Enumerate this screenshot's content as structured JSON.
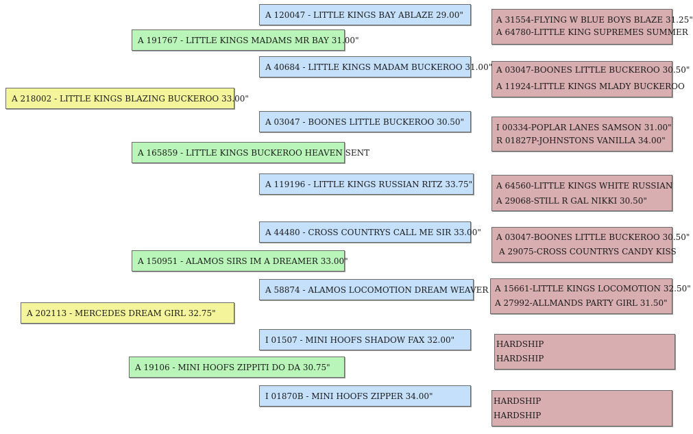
{
  "gen1": [
    {
      "text": "A 218002 - LITTLE KINGS BLAZING BUCKEROO 33.00\""
    },
    {
      "text": "A 202113 - MERCEDES DREAM GIRL 32.75\""
    }
  ],
  "gen2": [
    {
      "text": "A 191767 - LITTLE KINGS MADAMS MR BAY 31.00\""
    },
    {
      "text": "A 165859 - LITTLE KINGS BUCKEROO HEAVEN SENT"
    },
    {
      "text": "A 150951 - ALAMOS SIRS IM A DREAMER 33.00\""
    },
    {
      "text": "A 19106 - MINI HOOFS ZIPPITI DO DA 30.75\""
    }
  ],
  "gen3": [
    {
      "text": "A 120047 - LITTLE KINGS BAY ABLAZE 29.00\""
    },
    {
      "text": "A 40684 - LITTLE KINGS MADAM BUCKEROO 31.00\""
    },
    {
      "text": "A 03047 - BOONES LITTLE BUCKEROO 30.50\""
    },
    {
      "text": "A 119196 - LITTLE KINGS RUSSIAN RITZ 33.75\""
    },
    {
      "text": "A 44480 - CROSS COUNTRYS CALL ME SIR 33.00\""
    },
    {
      "text": "A 58874 - ALAMOS LOCOMOTION DREAM WEAVER"
    },
    {
      "text": "I 01507 - MINI HOOFS SHADOW FAX 32.00\""
    },
    {
      "text": "I 01870B - MINI HOOFS ZIPPER 34.00\""
    }
  ],
  "gen4": [
    {
      "sire": "A 31554-FLYING W BLUE BOYS BLAZE 31.25\"",
      "dam": "A 64780-LITTLE KING SUPREMES SUMMER"
    },
    {
      "sire": "A 03047-BOONES LITTLE BUCKEROO 30.50\"",
      "dam": "A 11924-LITTLE KINGS MLADY BUCKEROO"
    },
    {
      "sire": "I 00334-POPLAR LANES SAMSON 31.00\"",
      "dam": "R 01827P-JOHNSTONS VANILLA 34.00\""
    },
    {
      "sire": "A 64560-LITTLE KINGS WHITE RUSSIAN",
      "dam": "A 29068-STILL R GAL NIKKI 30.50\""
    },
    {
      "sire": "A 03047-BOONES LITTLE BUCKEROO 30.50\"",
      "dam": "A 29075-CROSS COUNTRYS CANDY KISS"
    },
    {
      "sire": "A 15661-LITTLE KINGS LOCOMOTION 32.50\"",
      "dam": "A 27992-ALLMANDS PARTY GIRL 31.50\""
    },
    {
      "sire": "HARDSHIP",
      "dam": "HARDSHIP"
    },
    {
      "sire": "HARDSHIP",
      "dam": "HARDSHIP"
    }
  ]
}
